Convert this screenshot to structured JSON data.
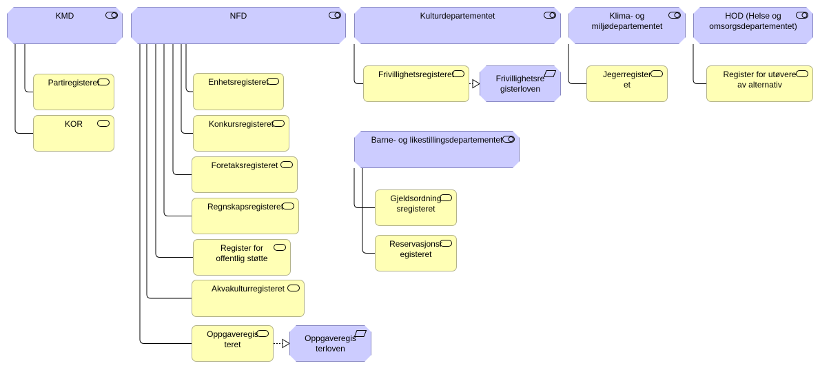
{
  "departments": [
    {
      "id": "kmd",
      "label": "KMD"
    },
    {
      "id": "nfd",
      "label": "NFD"
    },
    {
      "id": "kud",
      "label": "Kulturdepartementet"
    },
    {
      "id": "kld",
      "label": "Klima- og miljødepartementet"
    },
    {
      "id": "hod",
      "label": "HOD (Helse og omsorgsdepartementet)"
    },
    {
      "id": "bld",
      "label": "Barne- og likestillingsdepartementet"
    }
  ],
  "registers": [
    {
      "id": "partiregisteret",
      "label": "Partiregisteret"
    },
    {
      "id": "kor",
      "label": "KOR"
    },
    {
      "id": "enhetsregisteret",
      "label": "Enhetsregisteret"
    },
    {
      "id": "konkursregisteret",
      "label": "Konkursregisteret"
    },
    {
      "id": "foretaksregisteret",
      "label": "Foretaksregisteret"
    },
    {
      "id": "regnskapsregisteret",
      "label": "Regnskapsregisteret"
    },
    {
      "id": "offentlig-stotte",
      "label": "Register for offentlig støtte"
    },
    {
      "id": "akvakulturregisteret",
      "label": "Akvakulturregisteret"
    },
    {
      "id": "oppgaveregisteret",
      "label": "Oppgaveregisteret"
    },
    {
      "id": "frivillighetsregisteret",
      "label": "Frivillighetsregisteret"
    },
    {
      "id": "jegerregisteret",
      "label": "Jegerregisteret"
    },
    {
      "id": "alternativ",
      "label": "Register for utøvere av alternativ"
    },
    {
      "id": "gjeldsordningsregisteret",
      "label": "Gjeldsordningsregisteret"
    },
    {
      "id": "reservasjonsregisteret",
      "label": "Reservasjonsregisteret"
    }
  ],
  "laws": [
    {
      "id": "frivillighetsregisterloven",
      "label": "Frivillighetsregisterloven"
    },
    {
      "id": "oppgaveregisterloven",
      "label": "Oppgaveregisterloven"
    }
  ],
  "relations": {
    "composition": [
      [
        "kmd",
        "partiregisteret"
      ],
      [
        "kmd",
        "kor"
      ],
      [
        "nfd",
        "enhetsregisteret"
      ],
      [
        "nfd",
        "konkursregisteret"
      ],
      [
        "nfd",
        "foretaksregisteret"
      ],
      [
        "nfd",
        "regnskapsregisteret"
      ],
      [
        "nfd",
        "offentlig-stotte"
      ],
      [
        "nfd",
        "akvakulturregisteret"
      ],
      [
        "nfd",
        "oppgaveregisteret"
      ],
      [
        "kud",
        "frivillighetsregisteret"
      ],
      [
        "kld",
        "jegerregisteret"
      ],
      [
        "hod",
        "alternativ"
      ],
      [
        "bld",
        "gjeldsordningsregisteret"
      ],
      [
        "bld",
        "reservasjonsregisteret"
      ]
    ],
    "realization": [
      [
        "frivillighetsregisteret",
        "frivillighetsregisterloven"
      ],
      [
        "oppgaveregisteret",
        "oppgaveregisterloven"
      ]
    ]
  },
  "colors": {
    "actor": "#ccccff",
    "service": "#ffffb5",
    "line": "#000000"
  },
  "icons": {
    "actor": "role-icon",
    "service": "service-icon",
    "law": "representation-icon"
  }
}
